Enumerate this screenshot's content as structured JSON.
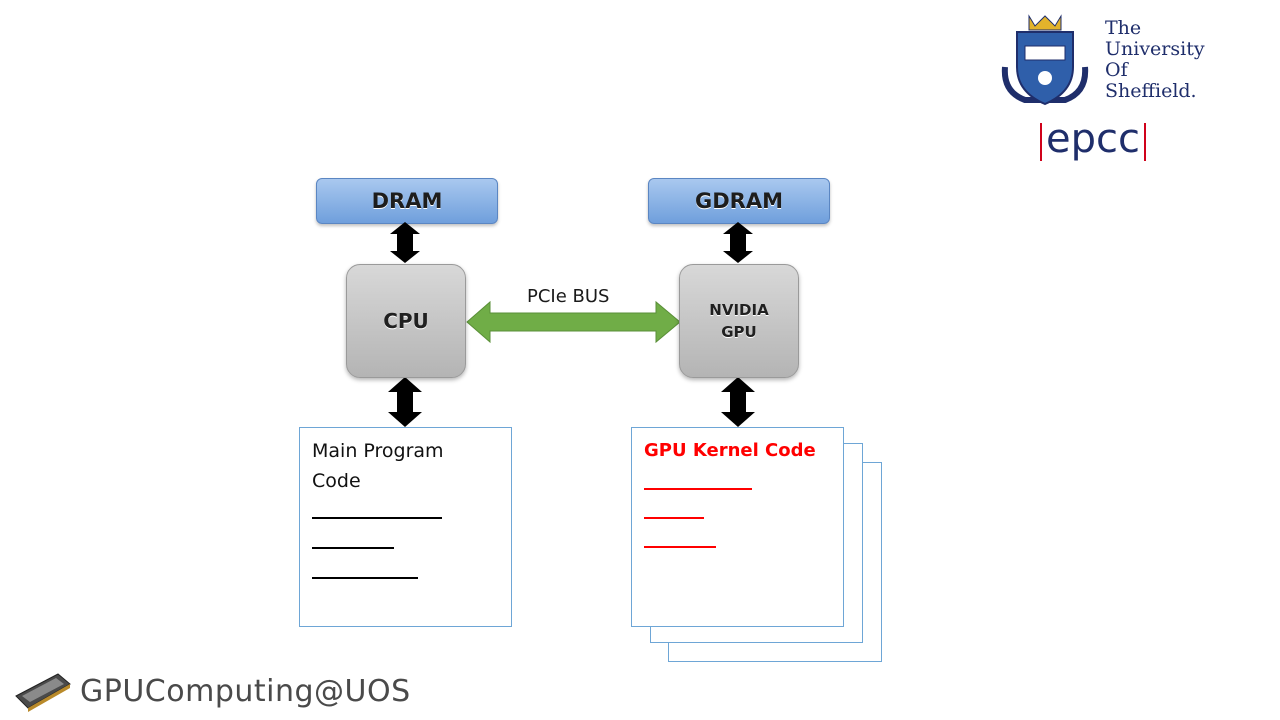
{
  "memory": {
    "cpu_mem": "DRAM",
    "gpu_mem": "GDRAM"
  },
  "processors": {
    "cpu": "CPU",
    "gpu_line1": "NVIDIA",
    "gpu_line2": "GPU"
  },
  "bus": {
    "label": "PCIe BUS",
    "color": "#70ad47"
  },
  "main_code": {
    "title_line1": "Main Program",
    "title_line2": "Code"
  },
  "gpu_code": {
    "title": "GPU Kernel Code",
    "color": "#ff0000"
  },
  "logos": {
    "university": {
      "line1": "The",
      "line2": "University",
      "line3": "Of",
      "line4": "Sheffield.",
      "color": "#1f2e6b"
    },
    "epcc": {
      "text": "epcc",
      "color": "#1f2e6b",
      "bar_color": "#d0021b"
    },
    "footer": {
      "text": "GPUComputing@UOS"
    }
  }
}
